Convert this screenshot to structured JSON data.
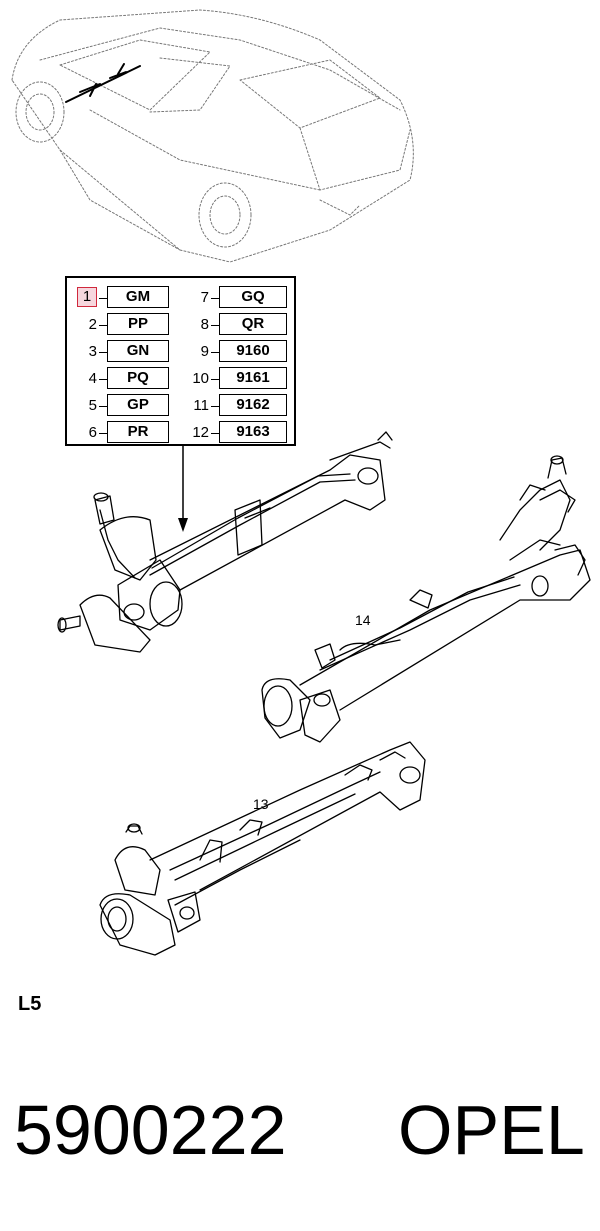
{
  "legend": {
    "items": [
      {
        "num": "1",
        "code": "GM",
        "highlight": true
      },
      {
        "num": "2",
        "code": "PP"
      },
      {
        "num": "3",
        "code": "GN"
      },
      {
        "num": "4",
        "code": "PQ"
      },
      {
        "num": "5",
        "code": "GP"
      },
      {
        "num": "6",
        "code": "PR"
      },
      {
        "num": "7",
        "code": "GQ"
      },
      {
        "num": "8",
        "code": "QR"
      },
      {
        "num": "9",
        "code": "9160"
      },
      {
        "num": "10",
        "code": "9161"
      },
      {
        "num": "11",
        "code": "9162"
      },
      {
        "num": "12",
        "code": "9163"
      }
    ]
  },
  "callouts": {
    "a": "14",
    "b": "13"
  },
  "engine_label": "L5",
  "part_number": "5900222",
  "brand": "OPEL",
  "colors": {
    "highlight_fill": "#f6d7de",
    "highlight_border": "#d0283c"
  }
}
